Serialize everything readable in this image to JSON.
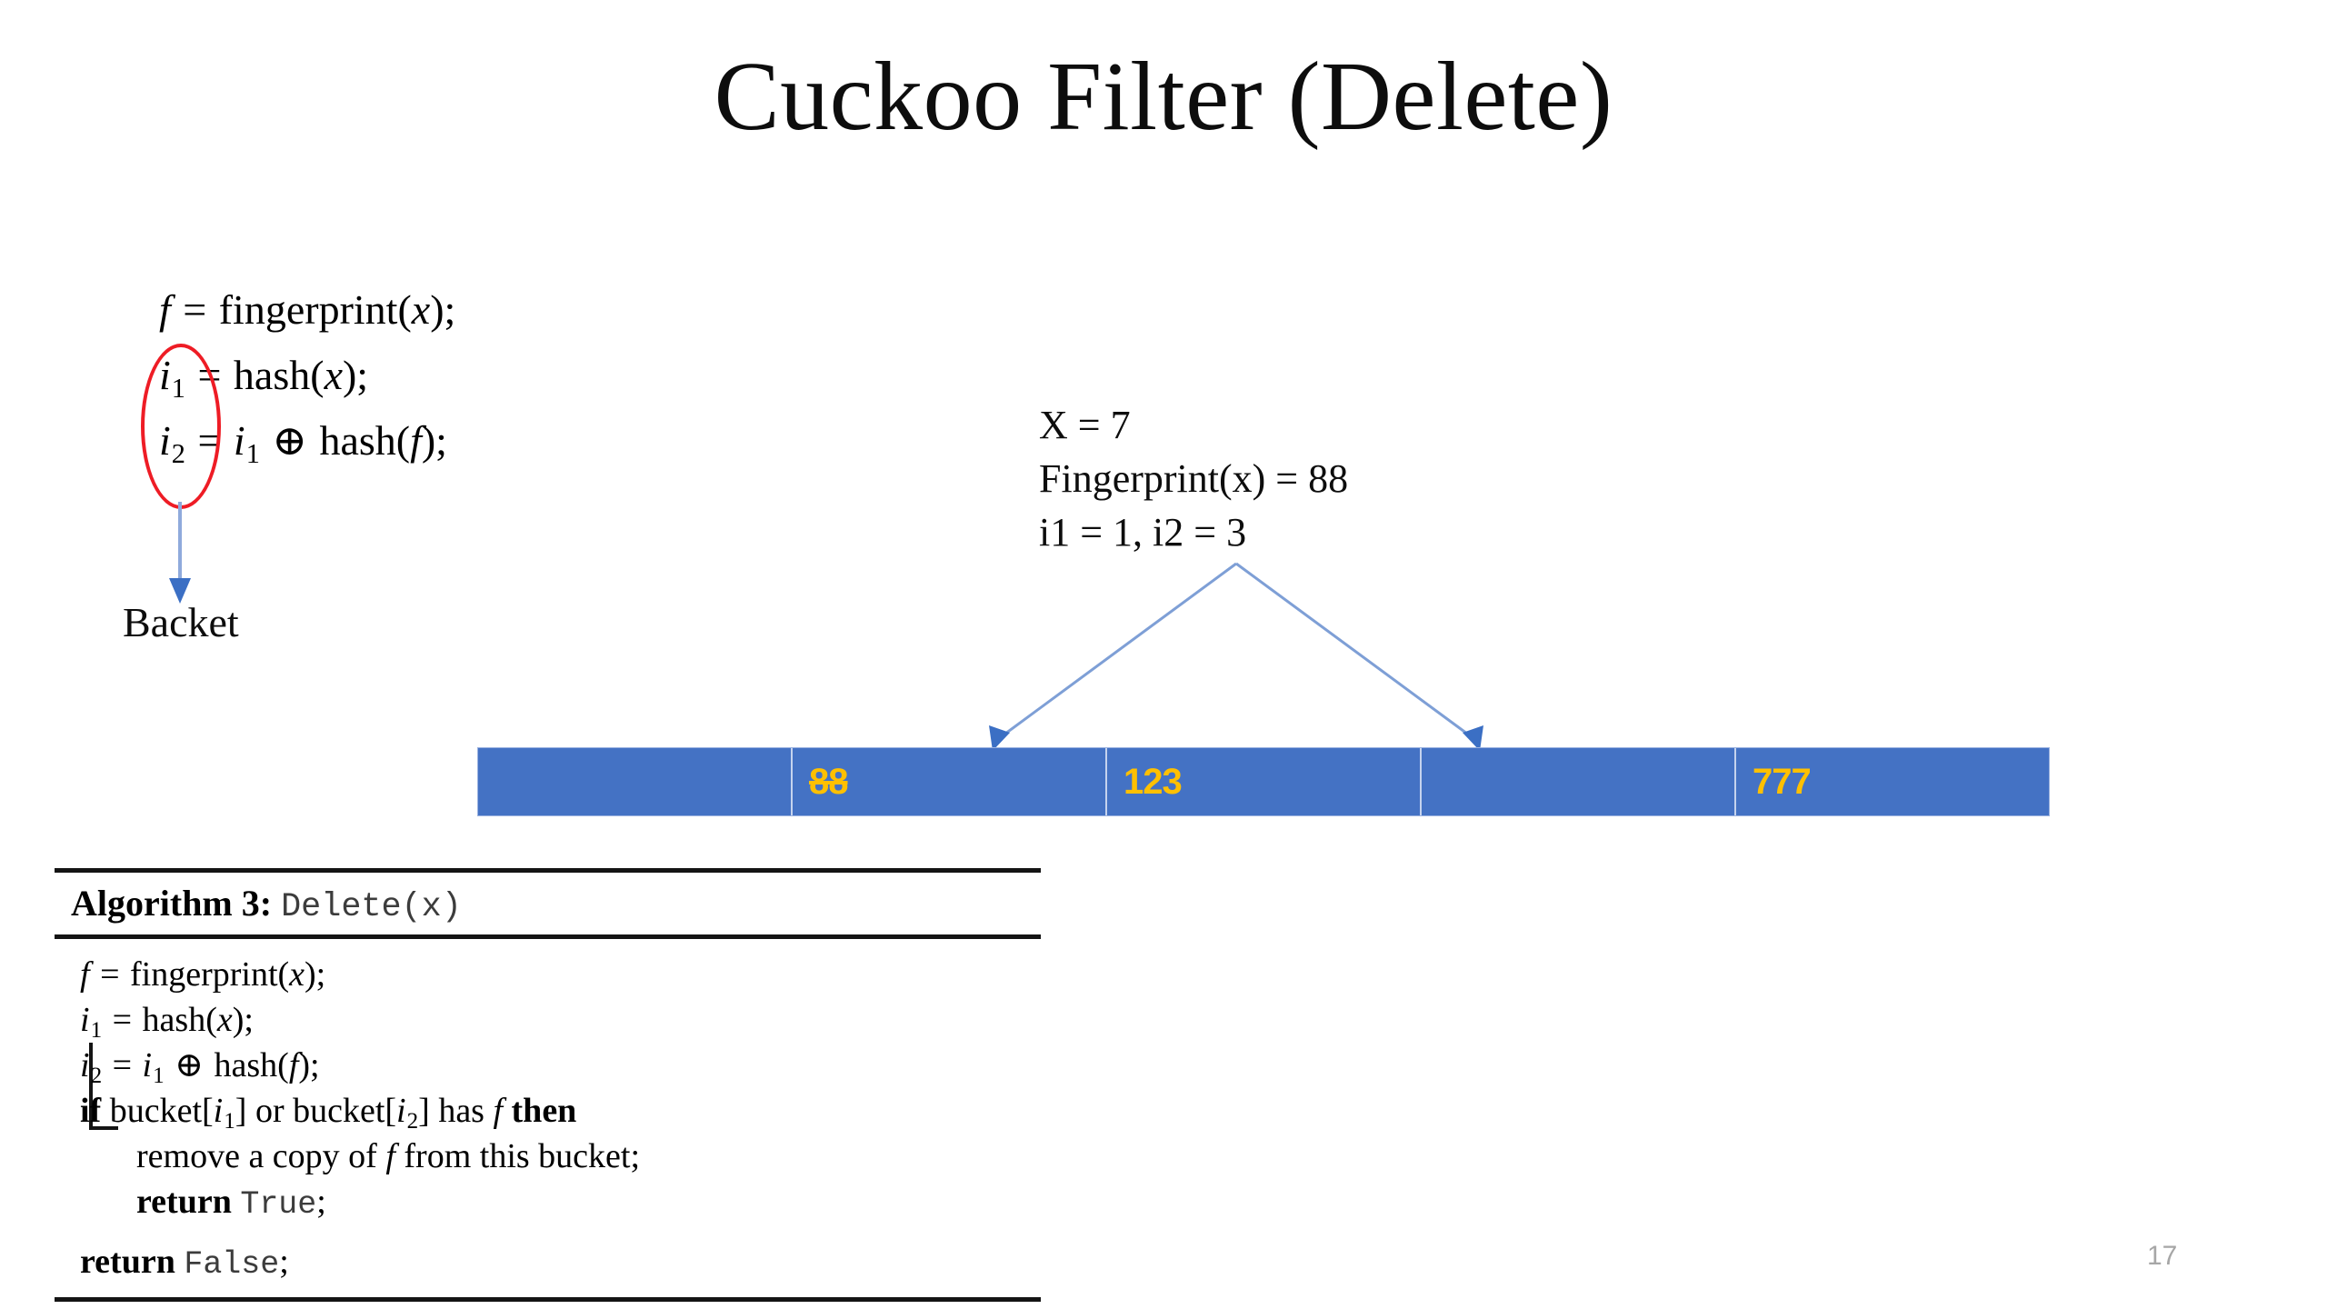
{
  "slide": {
    "title": "Cuckoo Filter (Delete)",
    "page_number": "17",
    "background_color": "#FFFFFF"
  },
  "formula": {
    "lines": [
      {
        "lhs": "f",
        "lhs_sub": "",
        "rhs": "= fingerprint(x);"
      },
      {
        "lhs": "i",
        "lhs_sub": "1",
        "rhs": "= hash(x);"
      },
      {
        "lhs": "i",
        "lhs_sub": "2",
        "rhs": "= i1 ⊕ hash(f);"
      }
    ],
    "line1_prefix": "f",
    "line1_eq": "=",
    "line1_fn": "fingerprint(",
    "line1_arg": "x",
    "line1_end": ");",
    "line2_prefix": "i",
    "line2_sub": "1",
    "line2_eq": "=",
    "line2_fn": "hash(",
    "line2_arg": "x",
    "line2_end": ");",
    "line3_prefix": "i",
    "line3_sub": "2",
    "line3_eq": "=",
    "line3_var": "i",
    "line3_var_sub": "1",
    "line3_xor": "⊕",
    "line3_fn": "hash(",
    "line3_arg": "f",
    "line3_end": ");"
  },
  "annotations": {
    "highlight_color": "#EE1C25",
    "arrow_color": "#4472C4",
    "bucket_label": "Backet"
  },
  "example": {
    "lines": [
      "X = 7",
      "Fingerprint(x) = 88",
      "i1 = 1, i2 = 3"
    ]
  },
  "bucket_bar": {
    "fill_color": "#4472C4",
    "value_color": "#FFC000",
    "cells": [
      {
        "index": 0,
        "value": "",
        "deleted": false
      },
      {
        "index": 1,
        "value": "88",
        "deleted": true
      },
      {
        "index": 2,
        "value": "123",
        "deleted": false
      },
      {
        "index": 3,
        "value": "",
        "deleted": false
      },
      {
        "index": 4,
        "value": "777",
        "deleted": false
      }
    ]
  },
  "algorithm": {
    "label": "Algorithm 3:",
    "signature": "Delete(x)",
    "lines": [
      {
        "id": "l1",
        "text": "f = fingerprint(x);"
      },
      {
        "id": "l2",
        "text": "i1 = hash(x);"
      },
      {
        "id": "l3",
        "text": "i2 = i1 ⊕ hash(f);"
      },
      {
        "id": "l4",
        "text": "if bucket[i1] or bucket[i2] has f then"
      },
      {
        "id": "l5",
        "text": "remove a copy of f from this bucket;"
      },
      {
        "id": "l6",
        "text": "return True;"
      },
      {
        "id": "l7",
        "text": "return False;"
      }
    ],
    "kw_if": "if",
    "kw_then": "then",
    "kw_or": "or",
    "kw_return": "return",
    "val_true": "True",
    "val_false": "False",
    "t_fingerprint": "fingerprint(",
    "t_hash": "hash(",
    "t_bucket": "bucket[",
    "t_remove": "remove a copy of",
    "t_frombucket": "from this bucket;",
    "t_has": "has"
  }
}
